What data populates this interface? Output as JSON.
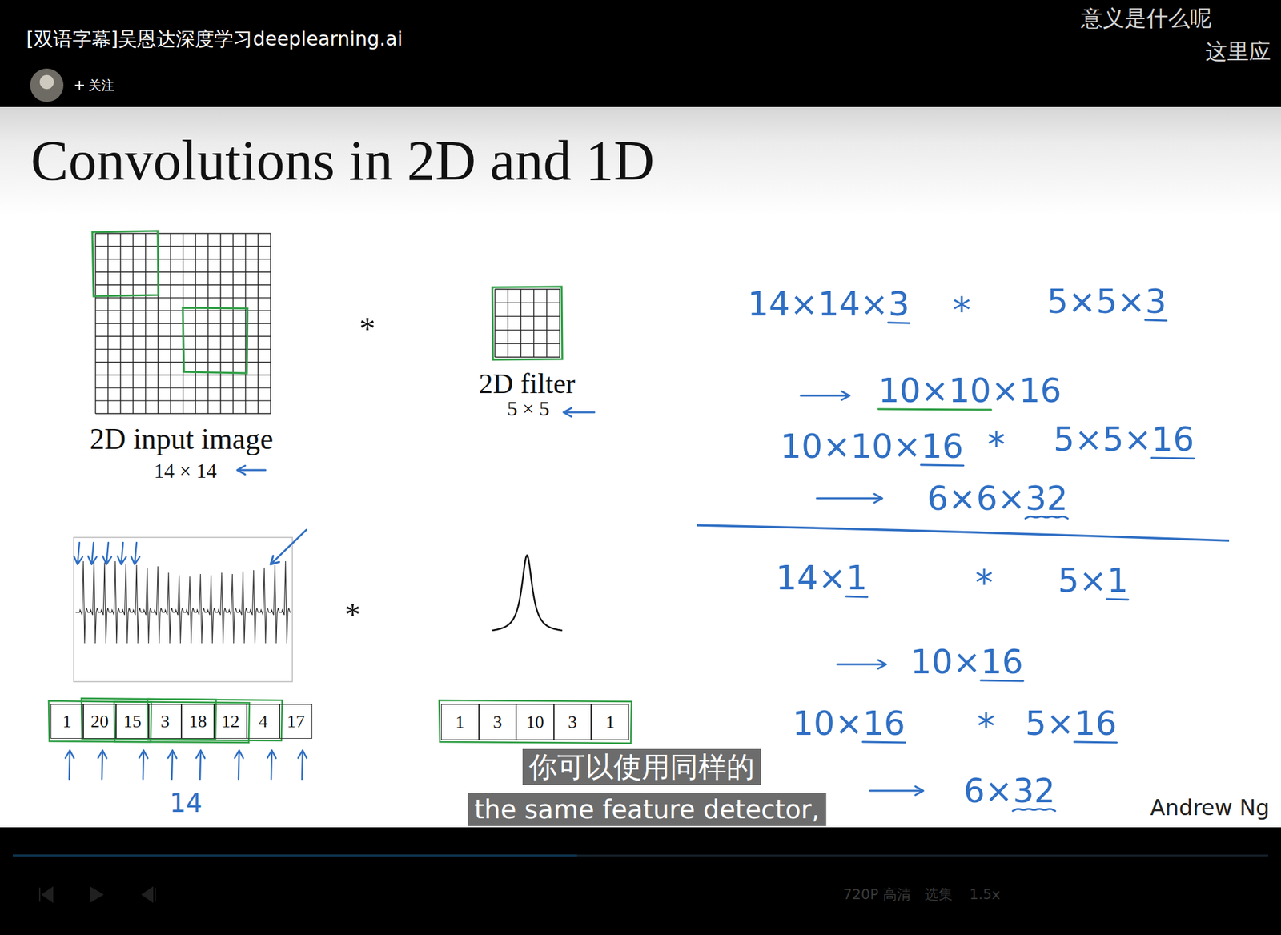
{
  "diagram": {
    "title": "Convolutions in 2D and 1D",
    "nodes": [
      {
        "text": [
          "1"
        ]
      },
      {
        "text": [
          "20"
        ]
      },
      {
        "text": [
          "15"
        ]
      },
      {
        "text": [
          "3"
        ]
      },
      {
        "text": [
          "18"
        ]
      },
      {
        "text": [
          "12"
        ]
      },
      {
        "text": [
          "4"
        ]
      },
      {
        "text": [
          "17"
        ]
      },
      {
        "text": [
          "1"
        ]
      },
      {
        "text": [
          "3"
        ]
      },
      {
        "text": [
          "10"
        ]
      },
      {
        "text": [
          "3"
        ]
      },
      {
        "text": [
          "1"
        ]
      }
    ],
    "labels": [
      "[双语字幕]吴恩达深度学习deeplearning.ai",
      "关注",
      "意义是什么呢",
      "这里应",
      "2D input image",
      "14 × 14",
      "*",
      "2D filter",
      "5 × 5",
      "*",
      "14",
      "14×14×3",
      "*",
      "5×5×3",
      "10×10×16",
      "10×10×16",
      "*",
      "5×5×16",
      "6×6×32",
      "14×1",
      "*",
      "5×1",
      "10×16",
      "10×16",
      "*",
      "5×16",
      "6×32",
      "Andrew Ng",
      "你可以使用同样的",
      "the same feature detector,",
      "720P 高清",
      "选集",
      "1.5x"
    ]
  }
}
